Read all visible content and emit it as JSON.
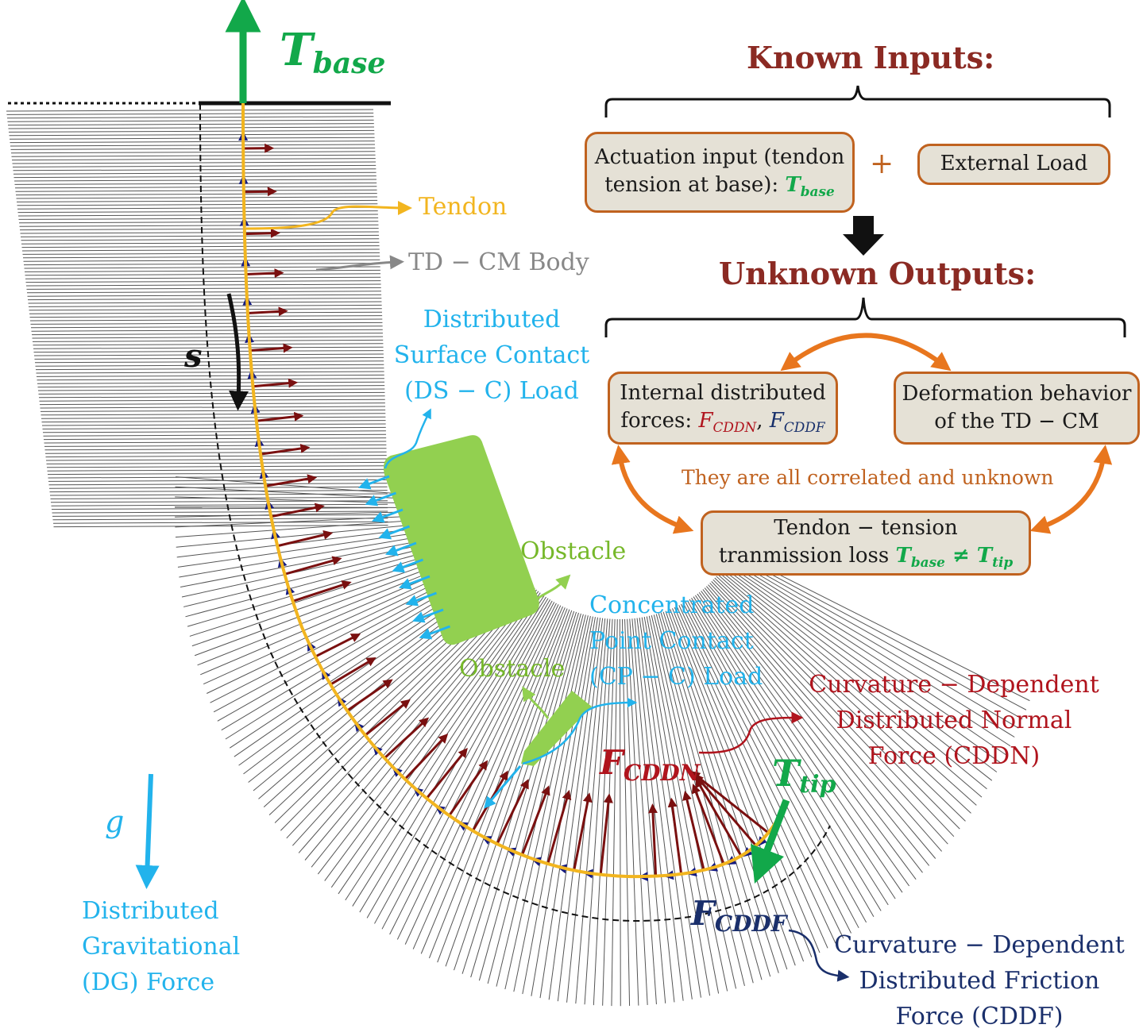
{
  "symbols": {
    "T_base": {
      "main": "T",
      "sub": "base"
    },
    "T_tip": {
      "main": "T",
      "sub": "tip"
    },
    "F_CDDN": {
      "main": "F",
      "sub": "CDDN"
    },
    "F_CDDF": {
      "main": "F",
      "sub": "CDDF"
    },
    "s": "s",
    "g": "g"
  },
  "labels": {
    "tendon": "Tendon",
    "body": "TD − CM Body",
    "ds_c": [
      "Distributed",
      "Surface Contact",
      "(DS − C) Load"
    ],
    "obstacle_1": "Obstacle",
    "obstacle_2": "Obstacle",
    "cp_c": [
      "Concentrated",
      "Point Contact",
      "(CP − C) Load"
    ],
    "cddn": [
      "Curvature − Dependent",
      "Distributed  Normal",
      "Force  (CDDN)"
    ],
    "cddf": [
      "Curvature − Dependent",
      "Distributed  Friction",
      "Force  (CDDF)"
    ],
    "dg": [
      "Distributed",
      "Gravitational",
      "(DG) Force"
    ]
  },
  "flow": {
    "known_title": "Known Inputs:",
    "actuation_line1": "Actuation input (tendon",
    "actuation_line2": "tension at base): ",
    "plus": "+",
    "external_load": "External Load",
    "unknown_title": "Unknown Outputs:",
    "internal_line1": "Internal distributed",
    "internal_line2": "forces: ",
    "deform_line1": "Deformation behavior",
    "deform_line2": "of the TD − CM",
    "correlated": "They are all correlated and unknown",
    "tendon_line1": "Tendon − tension",
    "tendon_line2": "tranmission loss ",
    "neq": " ≠ "
  },
  "colors": {
    "tendon": "#f2b51f",
    "body_lines": "#555555",
    "normal_force": "#7a1010",
    "friction_force": "#141a80",
    "contact": "#22b3ec",
    "obstacle": "#92d050",
    "tension": "#12a84a",
    "box_border": "#c0621f",
    "box_fill": "#e5e1d6",
    "title": "#8b2a23",
    "orange_arrow": "#e8761e"
  }
}
